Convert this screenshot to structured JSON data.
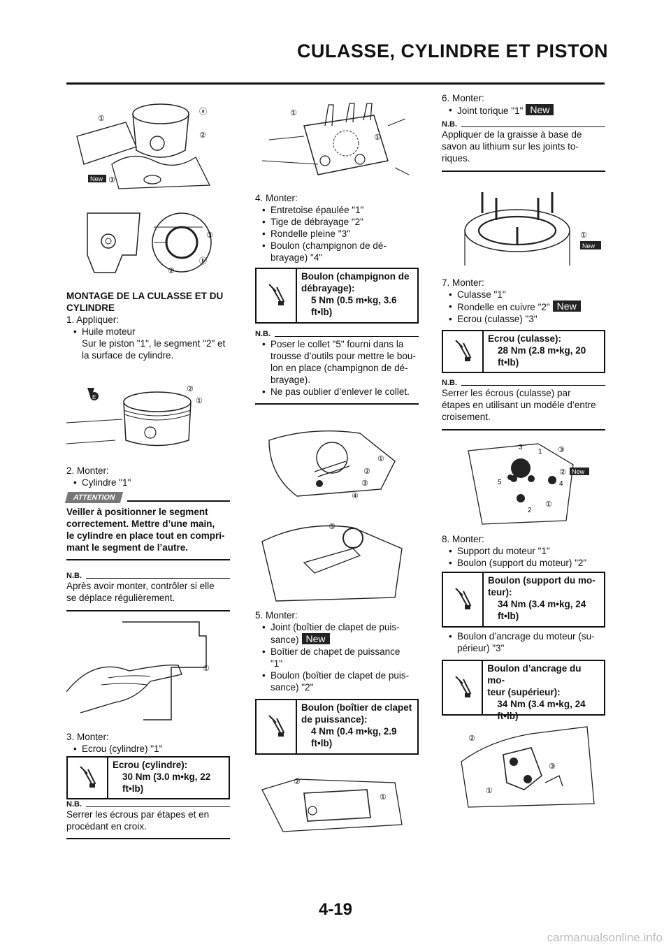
{
  "header": {
    "title": "CULASSE, CYLINDRE ET PISTON"
  },
  "page_number": "4-19",
  "watermark": "carmanualsonline.info",
  "badge_new": "New",
  "nb_label": "N.B.",
  "attention_label": "ATTENTION",
  "col1": {
    "heading_line1": "MONTAGE DE LA CULASSE ET DU",
    "heading_line2": "CYLINDRE",
    "step1": "1.  Appliquer:",
    "step1_b1": "Huile moteur",
    "step1_b1_d1": "Sur le piston \"1\", le segment \"2\" et",
    "step1_b1_d2": "la surface de cylindre.",
    "step2": "2.  Monter:",
    "step2_b1": "Cylindre \"1\"",
    "attention_1": "Veiller à positionner le segment",
    "attention_2": "correctement. Mettre d’une main,",
    "attention_3": "le cylindre en place tout en compri-",
    "attention_4": "mant le segment de l’autre.",
    "nb1_1": "Après avoir monter, contrôler si elle",
    "nb1_2": "se déplace régulièrement.",
    "step3": "3.  Monter:",
    "step3_b1": "Ecrou (cylindre) \"1\"",
    "torque_1": "Ecrou (cylindre):",
    "torque_2": "30 Nm (3.0 m•kg, 22",
    "torque_3": "ft•lb)",
    "nb2_1": "Serrer les écrous par étapes et en",
    "nb2_2": "procédant en croix."
  },
  "col2": {
    "step4": "4.  Monter:",
    "step4_b1": "Entretoise épaulée \"1\"",
    "step4_b2": "Tige de débrayage \"2\"",
    "step4_b3": "Rondelle pleine \"3\"",
    "step4_b4a": "Boulon (champignon de dé-",
    "step4_b4b": "brayage) \"4\"",
    "torque1_1": "Boulon (champignon de",
    "torque1_2": "débrayage):",
    "torque1_3": "5 Nm (0.5 m•kg, 3.6",
    "torque1_4": "ft•lb)",
    "nb_b1a": "Poser le collet \"5\" fourni dans la",
    "nb_b1b": "trousse d’outils pour mettre le bou-",
    "nb_b1c": "lon en place (champignon de dé-",
    "nb_b1d": "brayage).",
    "nb_b2": "Ne pas oublier d’enlever le collet.",
    "step5": "5.  Monter:",
    "step5_b1a": "Joint (boîtier de clapet de puis-",
    "step5_b1b": "sance)",
    "step5_b2a": "Boîtier de chapet de puissance",
    "step5_b2b": "\"1\"",
    "step5_b3a": "Boulon (boîtier de clapet de puis-",
    "step5_b3b": "sance) \"2\"",
    "torque2_1": "Boulon (boîtier de clapet",
    "torque2_2": "de puissance):",
    "torque2_3": "4 Nm (0.4 m•kg, 2.9",
    "torque2_4": "ft•lb)"
  },
  "col3": {
    "step6": "6.  Monter:",
    "step6_b1": "Joint torique \"1\"",
    "nb1_1": "Appliquer de la graisse à base de",
    "nb1_2": "savon au lithium sur les joints to-",
    "nb1_3": "riques.",
    "step7": "7.  Monter:",
    "step7_b1": "Culasse \"1\"",
    "step7_b2": "Rondelle en cuivre \"2\"",
    "step7_b3": "Ecrou (culasse) \"3\"",
    "torque1_1": "Ecrou (culasse):",
    "torque1_2": "28 Nm (2.8 m•kg, 20",
    "torque1_3": "ft•lb)",
    "nb2_1": "Serrer les écrous (culasse) par",
    "nb2_2": "étapes en utilisant un modéle d’entre",
    "nb2_3": "croisement.",
    "step8": "8.  Monter:",
    "step8_b1": "Support du moteur \"1\"",
    "step8_b2": "Boulon (support du moteur) \"2\"",
    "torque2_1": "Boulon (support du mo-",
    "torque2_2": "teur):",
    "torque2_3": "34 Nm (3.4 m•kg, 24",
    "torque2_4": "ft•lb)",
    "step8_b3a": "Boulon d’ancrage du moteur (su-",
    "step8_b3b": "périeur) \"3\"",
    "torque3_1": "Boulon d’ancrage du mo-",
    "torque3_2": "teur (supérieur):",
    "torque3_3": "34 Nm (3.4 m•kg, 24",
    "torque3_4": "ft•lb)"
  }
}
